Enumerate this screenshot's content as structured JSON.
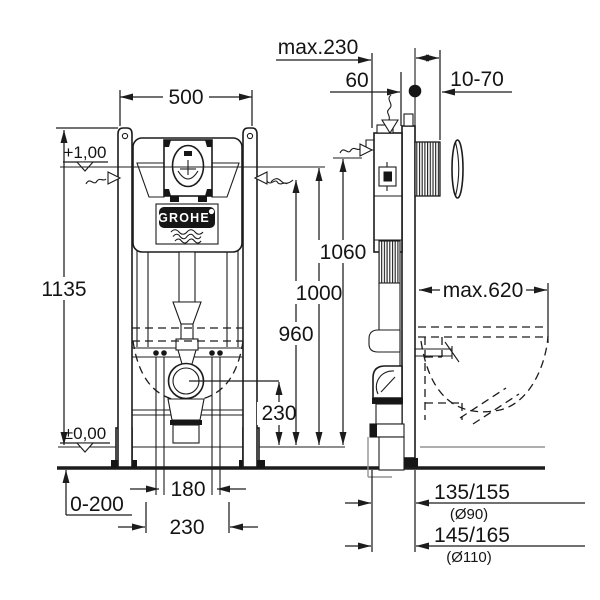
{
  "drawing": {
    "brand": "GROHE",
    "front": {
      "width": "500",
      "frame_height": "1135",
      "level_top": "+1,00",
      "level_floor": "±0,00",
      "drain_height": "230",
      "stud_spacing": "180",
      "pipe_spacing": "230",
      "floor_adjust": "0-200"
    },
    "side": {
      "depth_max": "max.230",
      "front_offset": "60",
      "wall_thickness": "10-70",
      "height_1060": "1060",
      "height_1000": "1000",
      "height_960": "960",
      "bowl_depth_max": "max.620",
      "drain_small": "135/155",
      "drain_small_dia": "(Ø90)",
      "drain_large": "145/165",
      "drain_large_dia": "(Ø110)"
    }
  }
}
